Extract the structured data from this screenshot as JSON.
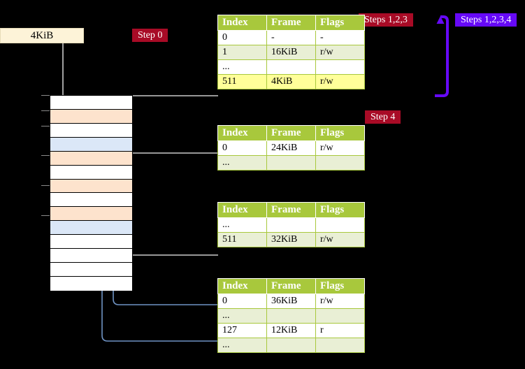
{
  "labels": {
    "size_box": "4KiB",
    "step0": "Step 0",
    "steps123": "Steps 1,2,3",
    "steps1234": "Steps 1,2,3,4",
    "step4": "Step 4"
  },
  "colors": {
    "badge_crimson": "#a80b26",
    "badge_violet": "#6609f7",
    "table_header": "#a8c83c",
    "table_tint": "#e9efd5",
    "highlight": "#ffff99",
    "mem_peach": "#fde3cd",
    "mem_blue": "#dbe7f7",
    "size_box": "#fdf3d8",
    "link_gray": "#b9b9b9",
    "link_blue": "#6f93c4",
    "bracket_violet": "#6609f7"
  },
  "tables": [
    {
      "name": "pml4-table",
      "columns": [
        "Index",
        "Frame",
        "Flags"
      ],
      "rows": [
        {
          "tint": false,
          "cells": [
            "0",
            "-",
            "-"
          ],
          "highlight": [
            false,
            false,
            false
          ]
        },
        {
          "tint": true,
          "cells": [
            "1",
            "16KiB",
            "r/w"
          ],
          "highlight": [
            false,
            false,
            false
          ]
        },
        {
          "tint": false,
          "cells": [
            "...",
            "",
            ""
          ],
          "highlight": [
            false,
            false,
            false
          ]
        },
        {
          "tint": true,
          "cells": [
            "511",
            "4KiB",
            "r/w"
          ],
          "highlight": [
            true,
            true,
            true
          ]
        }
      ]
    },
    {
      "name": "pdp-table",
      "columns": [
        "Index",
        "Frame",
        "Flags"
      ],
      "rows": [
        {
          "tint": false,
          "cells": [
            "0",
            "24KiB",
            "r/w"
          ],
          "highlight": [
            false,
            false,
            false
          ]
        },
        {
          "tint": true,
          "cells": [
            "...",
            "",
            ""
          ],
          "highlight": [
            false,
            false,
            false
          ]
        }
      ]
    },
    {
      "name": "pd-table",
      "columns": [
        "Index",
        "Frame",
        "Flags"
      ],
      "rows": [
        {
          "tint": false,
          "cells": [
            "...",
            "",
            ""
          ],
          "highlight": [
            false,
            false,
            false
          ]
        },
        {
          "tint": true,
          "cells": [
            "511",
            "32KiB",
            "r/w"
          ],
          "highlight": [
            false,
            false,
            false
          ]
        }
      ]
    },
    {
      "name": "pt-table",
      "columns": [
        "Index",
        "Frame",
        "Flags"
      ],
      "rows": [
        {
          "tint": false,
          "cells": [
            "0",
            "36KiB",
            "r/w"
          ],
          "highlight": [
            false,
            false,
            false
          ]
        },
        {
          "tint": true,
          "cells": [
            "...",
            "",
            ""
          ],
          "highlight": [
            false,
            false,
            false
          ]
        },
        {
          "tint": false,
          "cells": [
            "127",
            "12KiB",
            "r"
          ],
          "highlight": [
            false,
            false,
            false
          ]
        },
        {
          "tint": true,
          "cells": [
            "...",
            "",
            ""
          ],
          "highlight": [
            false,
            false,
            false
          ]
        }
      ]
    }
  ],
  "memory_rows": [
    {
      "fill": "white"
    },
    {
      "fill": "peach"
    },
    {
      "fill": "white"
    },
    {
      "fill": "blue"
    },
    {
      "fill": "peach"
    },
    {
      "fill": "white"
    },
    {
      "fill": "peach"
    },
    {
      "fill": "white"
    },
    {
      "fill": "peach"
    },
    {
      "fill": "blue"
    },
    {
      "fill": "white"
    },
    {
      "fill": "white"
    },
    {
      "fill": "white"
    },
    {
      "fill": "white"
    }
  ]
}
